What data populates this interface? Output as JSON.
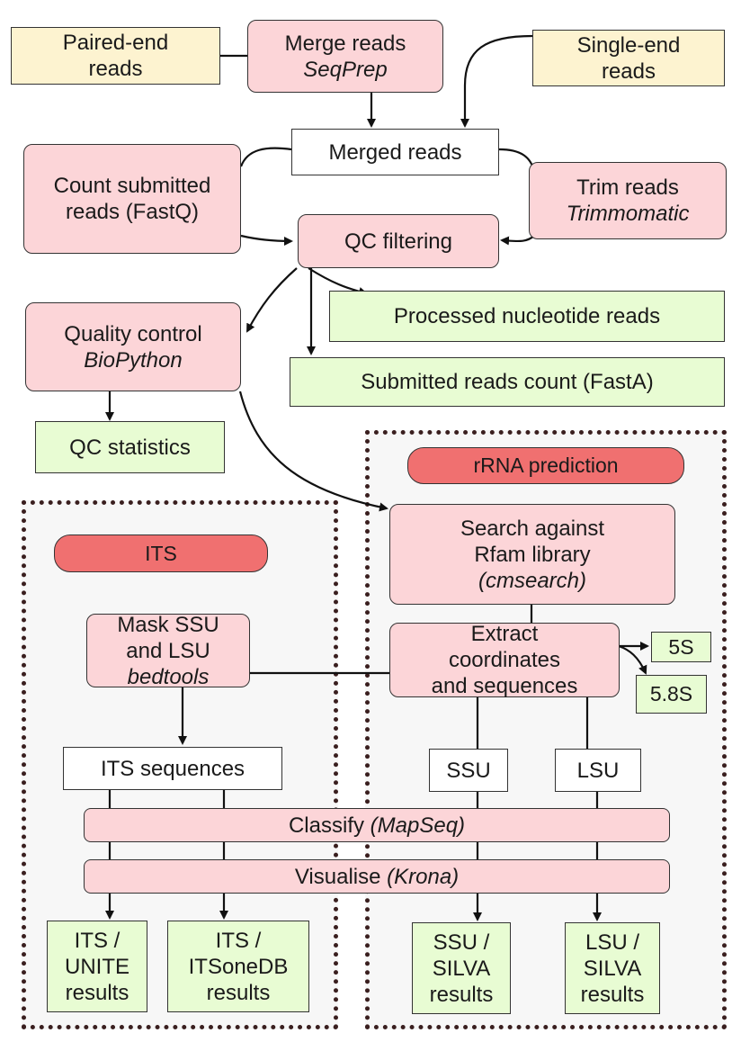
{
  "inputs": {
    "paired_end": [
      "Paired-end",
      "reads"
    ],
    "single_end": [
      "Single-end",
      "reads"
    ]
  },
  "steps": {
    "merge": {
      "label": "Merge reads",
      "tool": "SeqPrep"
    },
    "merged_reads": "Merged reads",
    "count_submitted": [
      "Count submitted",
      "reads (FastQ)"
    ],
    "trim": {
      "label": "Trim reads",
      "tool": "Trimmomatic"
    },
    "qc_filtering": "QC filtering",
    "quality_control": {
      "label": "Quality control",
      "tool": "BioPython"
    },
    "search": {
      "label_1": "Search against",
      "label_2": "Rfam library",
      "tool": "(cmsearch)"
    },
    "extract": [
      "Extract",
      "coordinates",
      "and sequences"
    ],
    "mask": {
      "label_1": "Mask SSU",
      "label_2": "and LSU",
      "tool": "bedtools"
    },
    "its_sequences": "ITS sequences",
    "ssu": "SSU",
    "lsu": "LSU",
    "classify": {
      "label": "Classify ",
      "tool": "(MapSeq)"
    },
    "visualise": {
      "label": "Visualise ",
      "tool": "(Krona)"
    }
  },
  "outputs": {
    "processed_reads": "Processed nucleotide reads",
    "submitted_count": "Submitted reads count (FastA)",
    "qc_statistics": "QC statistics",
    "r5s": "5S",
    "r58s": "5.8S",
    "its_unite": [
      "ITS /",
      "UNITE",
      "results"
    ],
    "its_itsonedb": [
      "ITS /",
      "ITSoneDB",
      "results"
    ],
    "ssu_silva": [
      "SSU /",
      "SILVA",
      "results"
    ],
    "lsu_silva": [
      "LSU /",
      "SILVA",
      "results"
    ]
  },
  "regions": {
    "rrna": "rRNA prediction",
    "its": "ITS"
  },
  "colors": {
    "input": "#fdf3d0",
    "process": "#fcd5d8",
    "output": "#e8fcd3",
    "label_pill": "#f07070",
    "region_border": "#3a1f1f"
  }
}
